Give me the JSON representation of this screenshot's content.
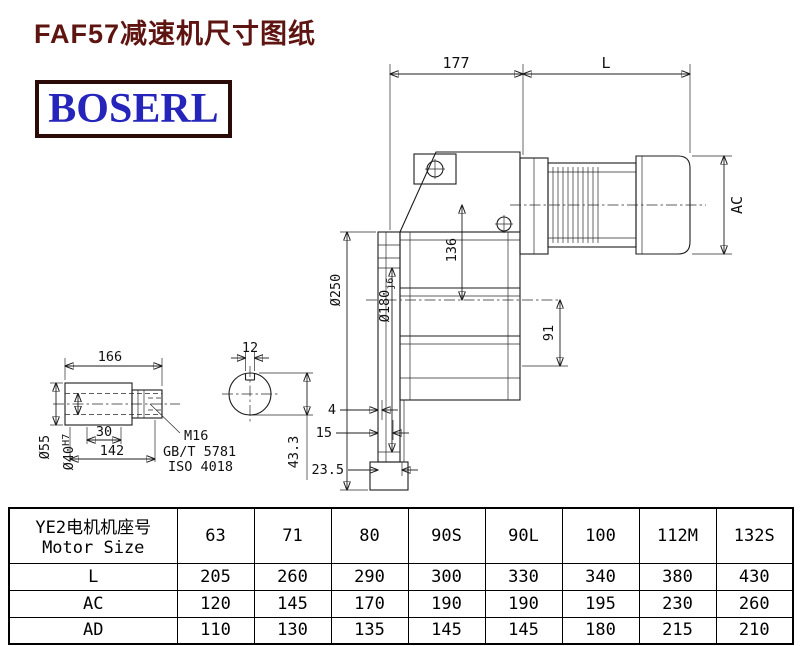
{
  "title": "FAF57减速机尺寸图纸",
  "logo": "BOSERL",
  "drawing": {
    "dims": {
      "d177": "177",
      "L": "L",
      "AC": "AC",
      "d250": "Ø250",
      "d180": "Ø180",
      "d180_tol": "j6",
      "d136": "136",
      "d91": "91",
      "d4": "4",
      "d15": "15",
      "d23_5": "23.5",
      "d43_3": "43.3"
    },
    "shaft": {
      "d166": "166",
      "d12": "12",
      "d55": "Ø55",
      "d40": "Ø40",
      "d40_tol": "H7",
      "d30": "30",
      "d142": "142",
      "thread": "M16",
      "std_gb": "GB/T 5781",
      "std_iso": "ISO 4018"
    }
  },
  "table": {
    "header_cn": "YE2电机机座号",
    "header_en": "Motor Size",
    "motor_sizes": [
      "63",
      "71",
      "80",
      "90S",
      "90L",
      "100",
      "112M",
      "132S"
    ],
    "rows": [
      {
        "label": "L",
        "values": [
          "205",
          "260",
          "290",
          "300",
          "330",
          "340",
          "380",
          "430"
        ]
      },
      {
        "label": "AC",
        "values": [
          "120",
          "145",
          "170",
          "190",
          "190",
          "195",
          "230",
          "260"
        ]
      },
      {
        "label": "AD",
        "values": [
          "110",
          "130",
          "135",
          "145",
          "145",
          "180",
          "215",
          "210"
        ]
      }
    ]
  },
  "colors": {
    "title_text": "#5e1410",
    "logo_text": "#2525bb",
    "logo_border": "#2b0b07",
    "line": "#1c1c1c"
  }
}
